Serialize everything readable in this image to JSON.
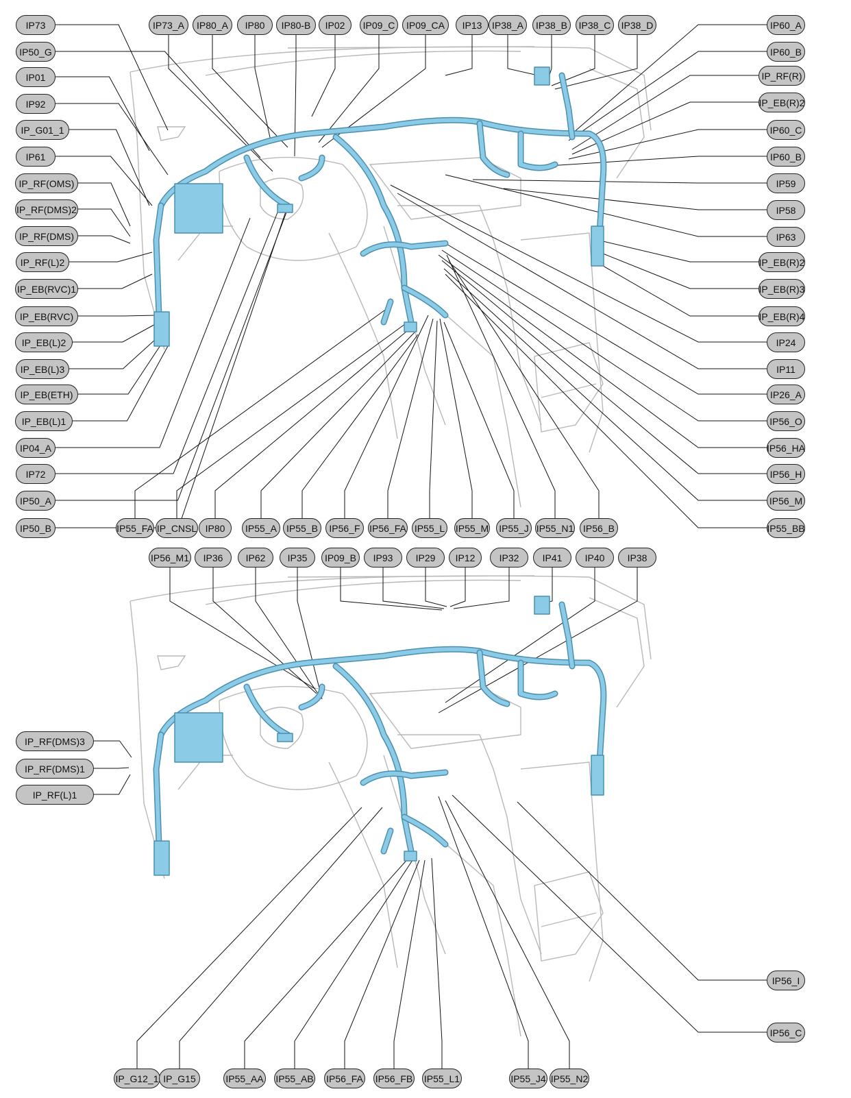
{
  "colors": {
    "harness": "#8ccbe6",
    "harness_edge": "#4a8fb0",
    "label_fill": "#c4c4c4",
    "line": "#111111",
    "sketch": "#b8b8b8"
  },
  "top": {
    "labels": [
      {
        "id": "IP73",
        "side": "left"
      },
      {
        "id": "IP50_G",
        "side": "left"
      },
      {
        "id": "IP01",
        "side": "left"
      },
      {
        "id": "IP92",
        "side": "left"
      },
      {
        "id": "IP_G01_1",
        "side": "left"
      },
      {
        "id": "IP61",
        "side": "left"
      },
      {
        "id": "IP_RF(OMS)",
        "side": "left"
      },
      {
        "id": "IP_RF(DMS)2",
        "side": "left"
      },
      {
        "id": "IP_RF(DMS)",
        "side": "left"
      },
      {
        "id": "IP_RF(L)2",
        "side": "left"
      },
      {
        "id": "IP_EB(RVC)1",
        "side": "left"
      },
      {
        "id": "IP_EB(RVC)",
        "side": "left"
      },
      {
        "id": "IP_EB(L)2",
        "side": "left"
      },
      {
        "id": "IP_EB(L)3",
        "side": "left"
      },
      {
        "id": "IP_EB(ETH)",
        "side": "left"
      },
      {
        "id": "IP_EB(L)1",
        "side": "left"
      },
      {
        "id": "IP04_A",
        "side": "left"
      },
      {
        "id": "IP72",
        "side": "left"
      },
      {
        "id": "IP50_A",
        "side": "left"
      },
      {
        "id": "IP50_B",
        "side": "left"
      },
      {
        "id": "IP73_A",
        "side": "top"
      },
      {
        "id": "IP80_A",
        "side": "top"
      },
      {
        "id": "IP80",
        "side": "top"
      },
      {
        "id": "IP80-B",
        "side": "top"
      },
      {
        "id": "IP02",
        "side": "top"
      },
      {
        "id": "IP09_C",
        "side": "top"
      },
      {
        "id": "IP09_CA",
        "side": "top"
      },
      {
        "id": "IP13",
        "side": "top"
      },
      {
        "id": "IP38_A",
        "side": "top"
      },
      {
        "id": "IP38_B",
        "side": "top"
      },
      {
        "id": "IP38_C",
        "side": "top"
      },
      {
        "id": "IP38_D",
        "side": "top"
      },
      {
        "id": "IP60_A",
        "side": "right"
      },
      {
        "id": "IP60_B",
        "side": "right"
      },
      {
        "id": "IP_RF(R)",
        "side": "right"
      },
      {
        "id": "IP_EB(R)2",
        "side": "right"
      },
      {
        "id": "IP60_C",
        "side": "right"
      },
      {
        "id": "IP60_B",
        "side": "right"
      },
      {
        "id": "IP59",
        "side": "right"
      },
      {
        "id": "IP58",
        "side": "right"
      },
      {
        "id": "IP63",
        "side": "right"
      },
      {
        "id": "IP_EB(R)2",
        "side": "right"
      },
      {
        "id": "IP_EB(R)3",
        "side": "right"
      },
      {
        "id": "IP_EB(R)4",
        "side": "right"
      },
      {
        "id": "IP24",
        "side": "right"
      },
      {
        "id": "IP11",
        "side": "right"
      },
      {
        "id": "IP26_A",
        "side": "right"
      },
      {
        "id": "IP56_O",
        "side": "right"
      },
      {
        "id": "IP56_HA",
        "side": "right"
      },
      {
        "id": "IP56_H",
        "side": "right"
      },
      {
        "id": "IP56_M",
        "side": "right"
      },
      {
        "id": "IP55_BB",
        "side": "right"
      },
      {
        "id": "IP55_FA",
        "side": "bottom"
      },
      {
        "id": "IP_CNSL",
        "side": "bottom"
      },
      {
        "id": "IP80",
        "side": "bottom"
      },
      {
        "id": "IP55_A",
        "side": "bottom"
      },
      {
        "id": "IP55_B",
        "side": "bottom"
      },
      {
        "id": "IP56_F",
        "side": "bottom"
      },
      {
        "id": "IP56_FA",
        "side": "bottom"
      },
      {
        "id": "IP55_L",
        "side": "bottom"
      },
      {
        "id": "IP55_M",
        "side": "bottom"
      },
      {
        "id": "IP55_J",
        "side": "bottom"
      },
      {
        "id": "IP55_N1",
        "side": "bottom"
      },
      {
        "id": "IP56_B",
        "side": "bottom"
      }
    ]
  },
  "bottom": {
    "labels": [
      {
        "id": "IP56_M1",
        "side": "top"
      },
      {
        "id": "IP36",
        "side": "top"
      },
      {
        "id": "IP62",
        "side": "top"
      },
      {
        "id": "IP35",
        "side": "top"
      },
      {
        "id": "IP09_B",
        "side": "top"
      },
      {
        "id": "IP93",
        "side": "top"
      },
      {
        "id": "IP29",
        "side": "top"
      },
      {
        "id": "IP12",
        "side": "top"
      },
      {
        "id": "IP32",
        "side": "top"
      },
      {
        "id": "IP41",
        "side": "top"
      },
      {
        "id": "IP40",
        "side": "top"
      },
      {
        "id": "IP38",
        "side": "top"
      },
      {
        "id": "IP_RF(DMS)3",
        "side": "left"
      },
      {
        "id": "IP_RF(DMS)1",
        "side": "left"
      },
      {
        "id": "IP_RF(L)1",
        "side": "left"
      },
      {
        "id": "IP56_I",
        "side": "right"
      },
      {
        "id": "IP56_C",
        "side": "right"
      },
      {
        "id": "IP_G12_1",
        "side": "bottom"
      },
      {
        "id": "IP_G15",
        "side": "bottom"
      },
      {
        "id": "IP55_AA",
        "side": "bottom"
      },
      {
        "id": "IP55_AB",
        "side": "bottom"
      },
      {
        "id": "IP56_FA",
        "side": "bottom"
      },
      {
        "id": "IP56_FB",
        "side": "bottom"
      },
      {
        "id": "IP55_L1",
        "side": "bottom"
      },
      {
        "id": "IP55_J4",
        "side": "bottom"
      },
      {
        "id": "IP55_N2",
        "side": "bottom"
      }
    ]
  }
}
